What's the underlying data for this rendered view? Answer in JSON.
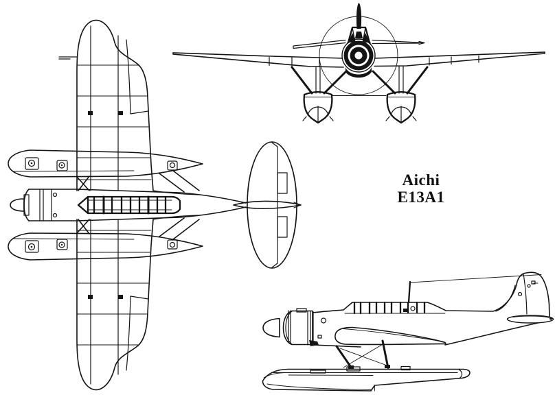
{
  "title": {
    "line1": "Aichi",
    "line2": "E13A1"
  },
  "drawing": {
    "subject": "Aichi E13A1 floatplane three-view line drawing",
    "views": [
      {
        "id": "plan",
        "label": "top view"
      },
      {
        "id": "front",
        "label": "front view"
      },
      {
        "id": "side",
        "label": "side view"
      }
    ]
  },
  "colors": {
    "background": "#ffffff",
    "ink": "#141414"
  }
}
